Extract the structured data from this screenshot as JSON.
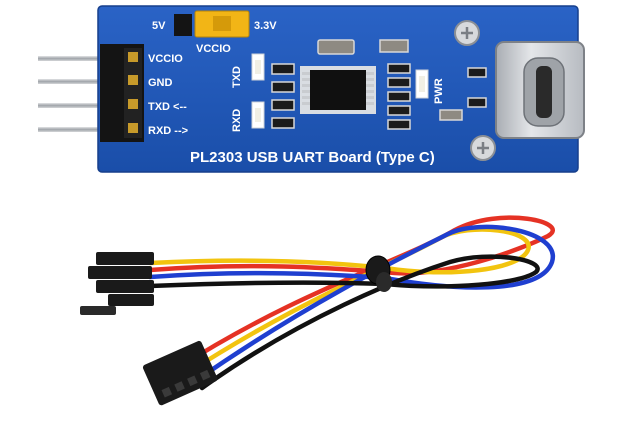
{
  "board": {
    "title": "PL2303 USB UART Board (Type C)",
    "jumper_left": "5V",
    "jumper_right": "3.3V",
    "jumper_label": "VCCIO",
    "pins": [
      "VCCIO",
      "GND",
      "TXD <--",
      "RXD -->"
    ],
    "led_labels": [
      "TXD",
      "RXD",
      "PWR"
    ],
    "colors": {
      "pcb": "#1f56b8",
      "pcb_edge": "#163f8c",
      "silk": "#ffffff",
      "jumper": "#f2b516",
      "header": "#141414",
      "usb_c": "#c9ccd0"
    }
  },
  "cable": {
    "wire_colors": [
      "#e53224",
      "#f2c40f",
      "#1f3fd0",
      "#111111"
    ],
    "connector_color": "#1a1a1a"
  }
}
